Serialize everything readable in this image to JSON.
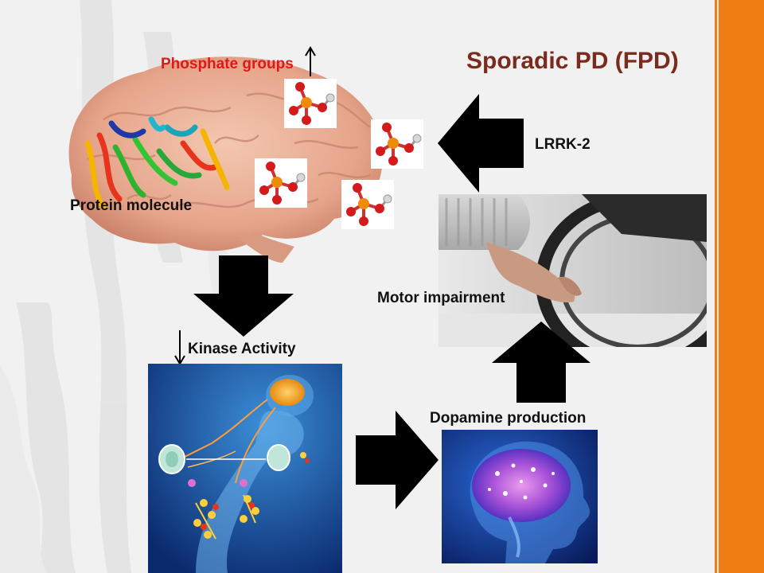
{
  "slide": {
    "title": "Sporadic PD (FPD)",
    "labels": {
      "phosphate_groups": "Phosphate groups",
      "protein_molecule": "Protein molecule",
      "lrrk2": "LRRK-2",
      "motor_impairment": "Motor  impairment",
      "kinase_activity": "Kinase Activity",
      "dopamine_production": "Dopamine production"
    },
    "indicators": {
      "phosphate_groups": "increase",
      "kinase_activity": "decrease"
    },
    "colors": {
      "title": "#7a2b1e",
      "phosphate_label": "#e01818",
      "accent_bar": "#f07c14",
      "arrow_fill": "#000000"
    }
  }
}
